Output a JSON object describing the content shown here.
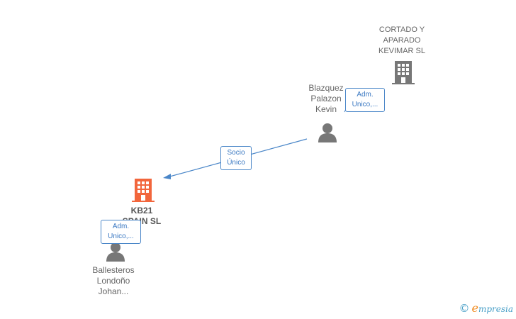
{
  "nodes": {
    "cortado": {
      "lines": [
        "CORTADO Y",
        "APARADO",
        "KEVIMAR  SL"
      ],
      "icon": "building-icon",
      "color": "#777777"
    },
    "blazquez": {
      "lines": [
        "Blazquez",
        "Palazon",
        "Kevin"
      ],
      "icon": "person-icon",
      "color": "#777777"
    },
    "kb21": {
      "lines": [
        "KB21",
        "SPAIN  SL"
      ],
      "icon": "building-icon",
      "color": "#f2663c"
    },
    "ballesteros": {
      "lines": [
        "Ballesteros",
        "Londoño",
        "Johan..."
      ],
      "icon": "person-icon",
      "color": "#777777"
    }
  },
  "edges": {
    "socio": {
      "lines": [
        "Socio",
        "Único"
      ]
    },
    "adm_blazquez": {
      "lines": [
        "Adm.",
        "Unico,..."
      ]
    },
    "adm_ballesteros": {
      "lines": [
        "Adm.",
        "Unico,..."
      ]
    }
  },
  "colors": {
    "edge": "#4a86c8",
    "node_grey": "#777777",
    "target": "#f2663c"
  },
  "brand": {
    "copyright": "©",
    "e": "e",
    "rest": "mpresia"
  }
}
